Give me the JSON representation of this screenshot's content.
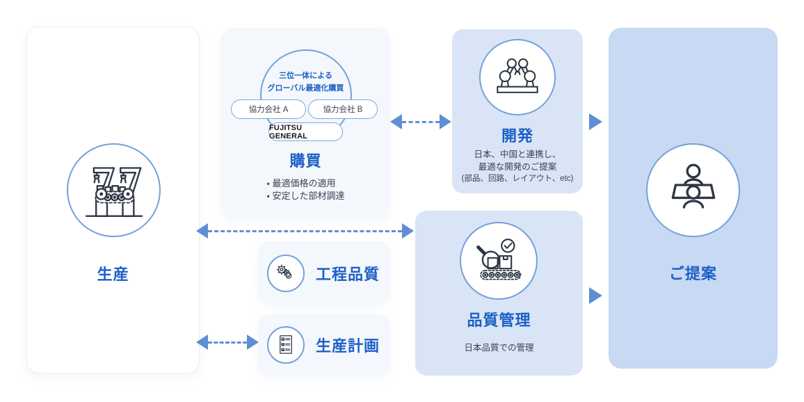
{
  "colors": {
    "accent_blue": "#1c60c6",
    "arrow_blue": "#5f8fd2",
    "circle_border_blue": "#74a0dc",
    "panel_light_blue": "#d9e5f6",
    "panel_medium_blue": "#c7d9f3",
    "panel_gray": "#f4f7fb",
    "line_art": "#2d3643"
  },
  "panels": {
    "production": {
      "title": "生産",
      "icon": "factory-robot-arms-icon"
    },
    "purchasing": {
      "title": "購買",
      "venn_line1": "三位一体による",
      "venn_line2": "グローバル最適化購買",
      "partner_a": "協力会社 A",
      "partner_b": "協力会社 B",
      "company": "FUJITSU GENERAL",
      "bullets": [
        "・ 最適価格の適用",
        "・ 安定した部材調達"
      ]
    },
    "development": {
      "title": "開発",
      "desc_line1": "日本、中国と連携し、",
      "desc_line2": "最適な開発のご提案",
      "desc_line3": "(部品、回路、レイアウト、etc)",
      "icon": "robot-arms-icon"
    },
    "process_quality": {
      "title": "工程品質",
      "icon": "gears-check-icon"
    },
    "production_planning": {
      "title": "生産計画",
      "icon": "checklist-icon"
    },
    "quality_control": {
      "title": "品質管理",
      "desc": "日本品質での管理",
      "icon": "inspection-icon"
    },
    "proposal": {
      "title": "ご提案",
      "icon": "meeting-icon"
    }
  }
}
